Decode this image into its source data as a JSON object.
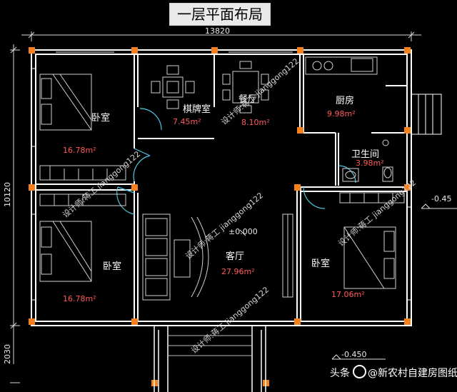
{
  "title": "一层平面布局",
  "dimensions": {
    "width_total": "13820",
    "height_main": "10120",
    "height_porch": "2030"
  },
  "elevations": {
    "floor": "±0.000",
    "outside_right": "-0.45",
    "outside_front": "-0.450"
  },
  "rooms": {
    "bedroom_top_left": {
      "name": "卧室",
      "area": "16.78m²"
    },
    "chess_room": {
      "name": "棋牌室",
      "area": "7.45m²"
    },
    "dining": {
      "name": "餐厅",
      "area": "8.10m²"
    },
    "kitchen": {
      "name": "厨房",
      "area": "9.98m²"
    },
    "bathroom": {
      "name": "卫生间",
      "area": "3.98m²"
    },
    "bedroom_bottom_left": {
      "name": "卧室",
      "area": "16.78m²"
    },
    "living": {
      "name": "客厅",
      "area": "27.96m²"
    },
    "bedroom_right": {
      "name": "卧室",
      "area": "17.06m²"
    }
  },
  "watermark": "设计师:蒋工 jianggong122",
  "credit": {
    "prefix": "头条",
    "handle": "@新农村自建房图纸"
  },
  "colors": {
    "background": "#000000",
    "wall": "#ffffff",
    "area_text": "#ff5a5a",
    "column": "#f5821f",
    "furniture": "#cfcfcf"
  }
}
